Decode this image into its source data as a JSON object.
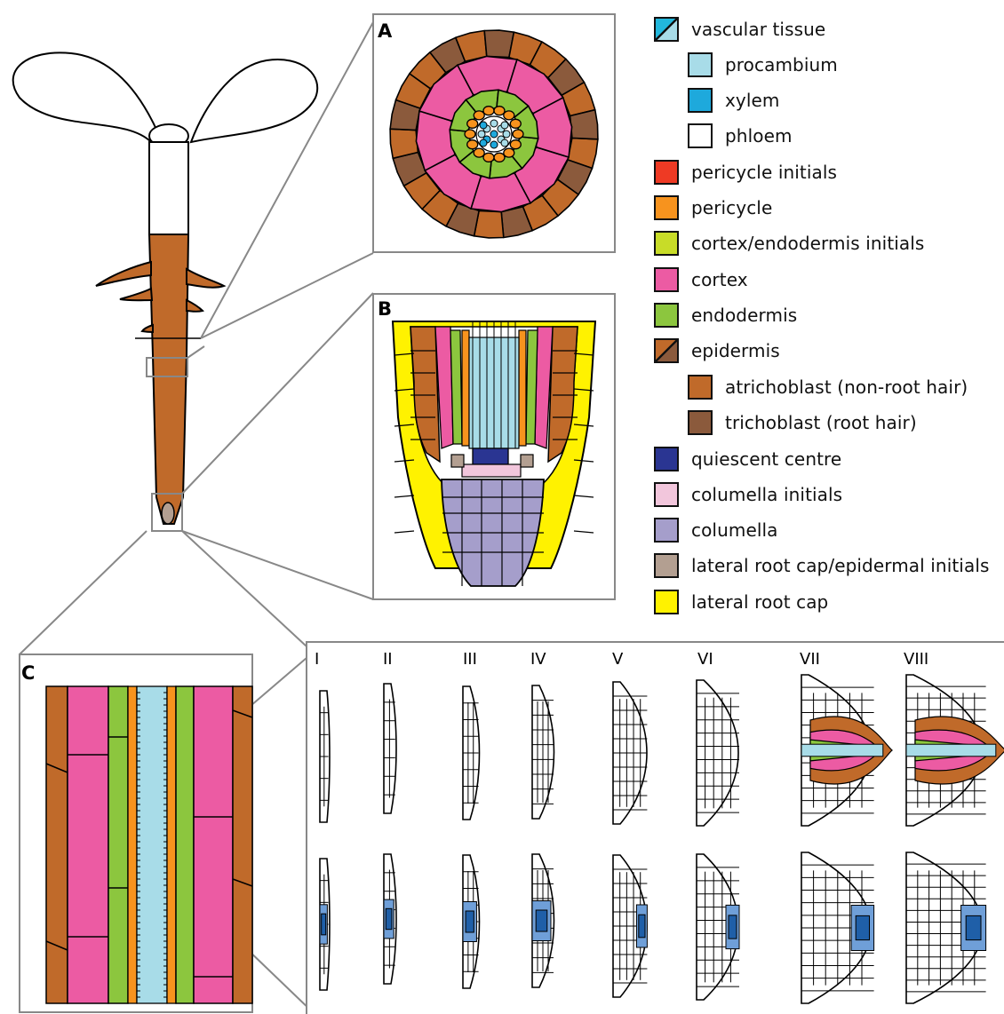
{
  "panels": {
    "a": "A",
    "b": "B",
    "c": "C"
  },
  "stages": [
    "I",
    "II",
    "III",
    "IV",
    "V",
    "VI",
    "VII",
    "VIII"
  ],
  "legend": [
    {
      "label": "vascular tissue",
      "color": "#22b7dc",
      "pattern": "split",
      "indent": false
    },
    {
      "label": "procambium",
      "color": "#a8dce8",
      "indent": true
    },
    {
      "label": "xylem",
      "color": "#1ea9dc",
      "indent": true
    },
    {
      "label": "phloem",
      "color": "#ffffff",
      "indent": true
    },
    {
      "label": "pericycle initials",
      "color": "#ee3a24",
      "indent": false
    },
    {
      "label": "pericycle",
      "color": "#f7931e",
      "indent": false
    },
    {
      "label": "cortex/endodermis initials",
      "color": "#c8dc28",
      "indent": false
    },
    {
      "label": "cortex",
      "color": "#ec5ba3",
      "indent": false
    },
    {
      "label": "endodermis",
      "color": "#8cc63e",
      "indent": false
    },
    {
      "label": "epidermis",
      "color": "#c06a2a",
      "pattern": "split-brown",
      "indent": false
    },
    {
      "label": "atrichoblast (non-root hair)",
      "color": "#c06a2a",
      "indent": true
    },
    {
      "label": "trichoblast (root hair)",
      "color": "#8b5a3c",
      "indent": true
    },
    {
      "label": "quiescent centre",
      "color": "#2a3592",
      "indent": false
    },
    {
      "label": "columella initials",
      "color": "#f2c6dc",
      "indent": false
    },
    {
      "label": "columella",
      "color": "#a59ecb",
      "indent": false
    },
    {
      "label": "lateral root cap/epidermal initials",
      "color": "#b39f91",
      "indent": false
    },
    {
      "label": "lateral root cap",
      "color": "#fff200",
      "indent": false
    }
  ],
  "colors": {
    "hypocotyl": "#ffffff",
    "root": "#c06a2a",
    "dark_epidermis": "#8b5a3c",
    "cortex": "#ec5ba3",
    "endodermis": "#8cc63e",
    "pericycle": "#f7931e",
    "procambium": "#a8dce8",
    "xylem": "#1ea9dc",
    "qc": "#2a3592",
    "columella": "#a59ecb",
    "columella_init": "#f2c6dc",
    "lrc": "#fff200",
    "lrc_init": "#b39f91",
    "blue_dark": "#1f5fa8",
    "blue_light": "#6f9fd8",
    "pale_blue": "#dce8f5"
  }
}
